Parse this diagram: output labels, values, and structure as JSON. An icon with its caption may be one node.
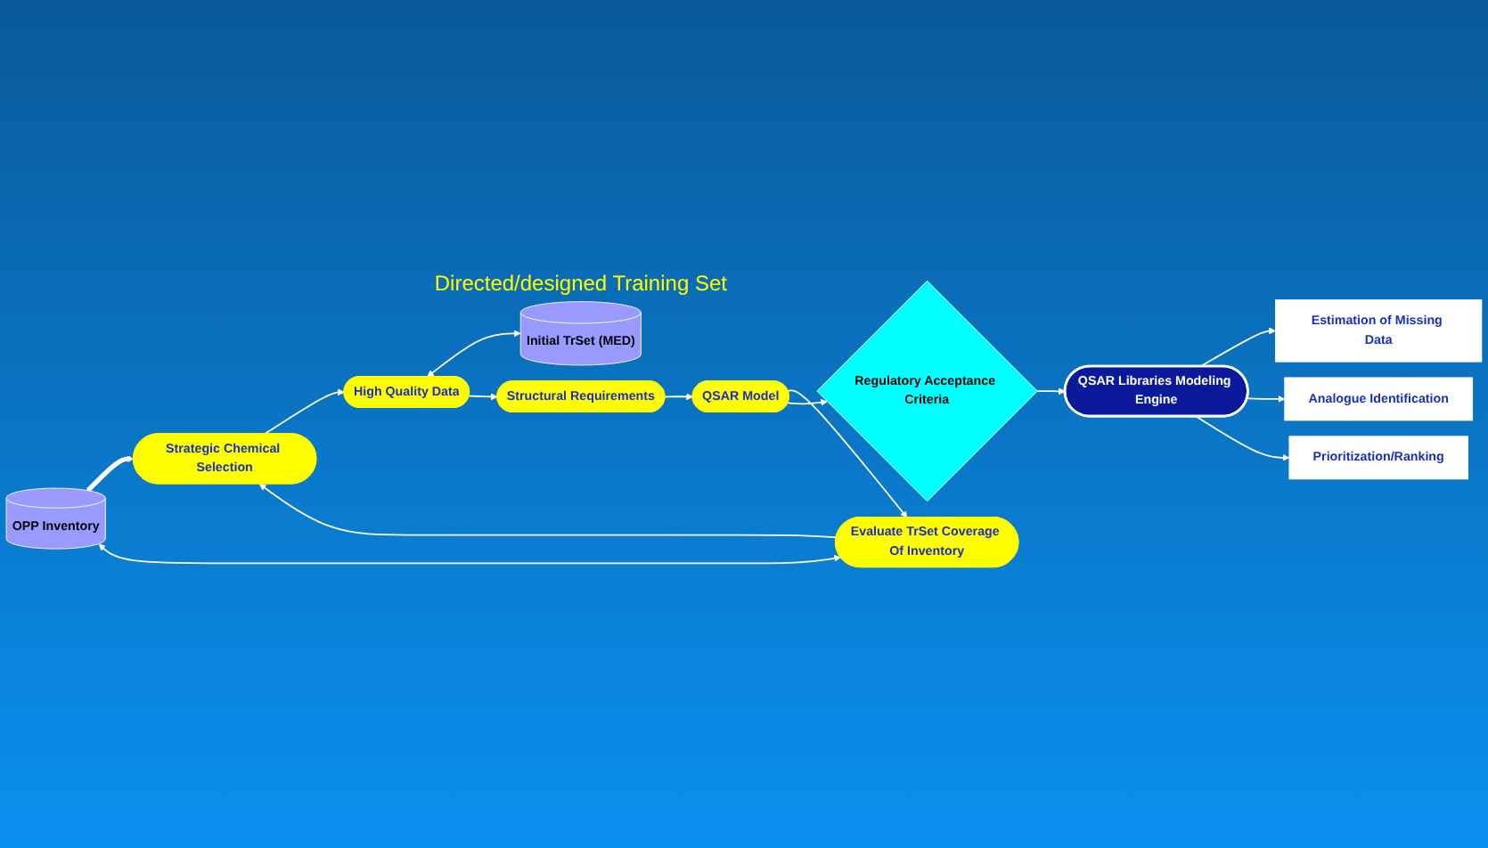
{
  "diagram": {
    "nodes": [
      {
        "text": [
          "OPP Inventory"
        ]
      },
      {
        "text": [
          "Strategic Chemical Selection"
        ]
      },
      {
        "text": [
          "High Quality Data"
        ]
      },
      {
        "text": [
          "Initial TrSet (MED)"
        ],
        "beside": [
          "Directed/designed Training Set"
        ]
      },
      {
        "text": [
          "Structural Requirements"
        ]
      },
      {
        "text": [
          "Evaluate TrSet Coverage Of Inventory"
        ]
      },
      {
        "text": [
          "QSAR Model"
        ]
      },
      {
        "text": [
          "Regulatory Acceptance Criteria"
        ]
      },
      {
        "text": [
          "Estimation of Missing Data"
        ]
      },
      {
        "text": [
          "Analogue Identification"
        ]
      },
      {
        "text": [
          "Prioritization/Ranking"
        ]
      },
      {
        "text": [
          "QSAR Libraries Modeling Engine"
        ]
      }
    ],
    "edges": [
      {
        "from": 0,
        "to": 1,
        "arrow": "to",
        "style": "thick"
      },
      {
        "from": 1,
        "to": 2,
        "arrow": "to"
      },
      {
        "from": 2,
        "to": 3,
        "arrow": "both"
      },
      {
        "from": 2,
        "to": 4,
        "arrow": "to"
      },
      {
        "from": 4,
        "to": 6,
        "arrow": "to"
      },
      {
        "from": 6,
        "to": 5,
        "arrow": "to"
      },
      {
        "from": 5,
        "to": 1,
        "arrow": "to"
      },
      {
        "from": 0,
        "to": 5,
        "arrow": "both"
      },
      {
        "from": 6,
        "to": 7,
        "arrow": "to"
      },
      {
        "from": 7,
        "to": 11,
        "arrow": "to"
      },
      {
        "from": 11,
        "to": 8,
        "arrow": "to"
      },
      {
        "from": 11,
        "to": 9,
        "arrow": "to"
      },
      {
        "from": 11,
        "to": 10,
        "arrow": "to"
      }
    ]
  }
}
